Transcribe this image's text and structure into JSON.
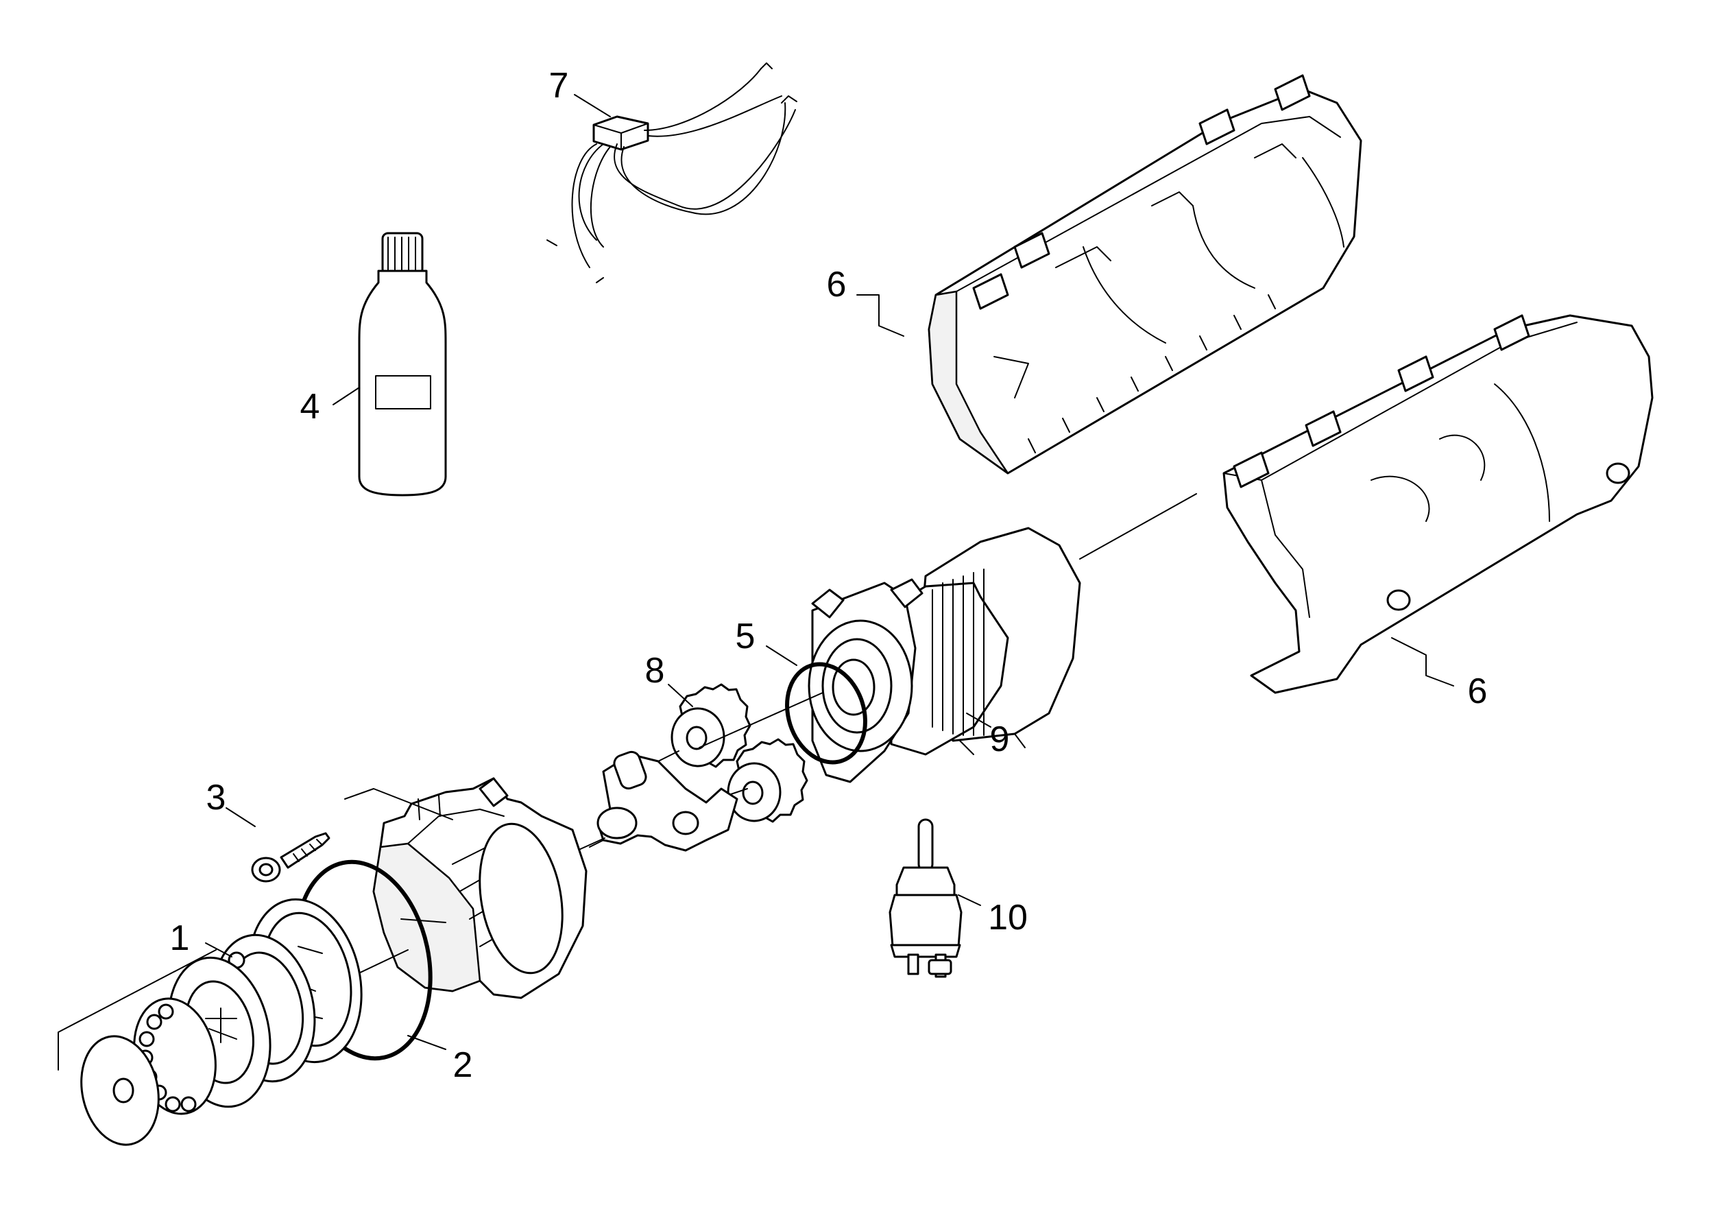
{
  "callouts": [
    {
      "id": "1",
      "label": "1"
    },
    {
      "id": "2",
      "label": "2"
    },
    {
      "id": "3",
      "label": "3"
    },
    {
      "id": "4",
      "label": "4"
    },
    {
      "id": "5",
      "label": "5"
    },
    {
      "id": "6a",
      "label": "6"
    },
    {
      "id": "6b",
      "label": "6"
    },
    {
      "id": "7",
      "label": "7"
    },
    {
      "id": "8",
      "label": "8"
    },
    {
      "id": "9",
      "label": "9"
    },
    {
      "id": "10",
      "label": "10"
    }
  ]
}
